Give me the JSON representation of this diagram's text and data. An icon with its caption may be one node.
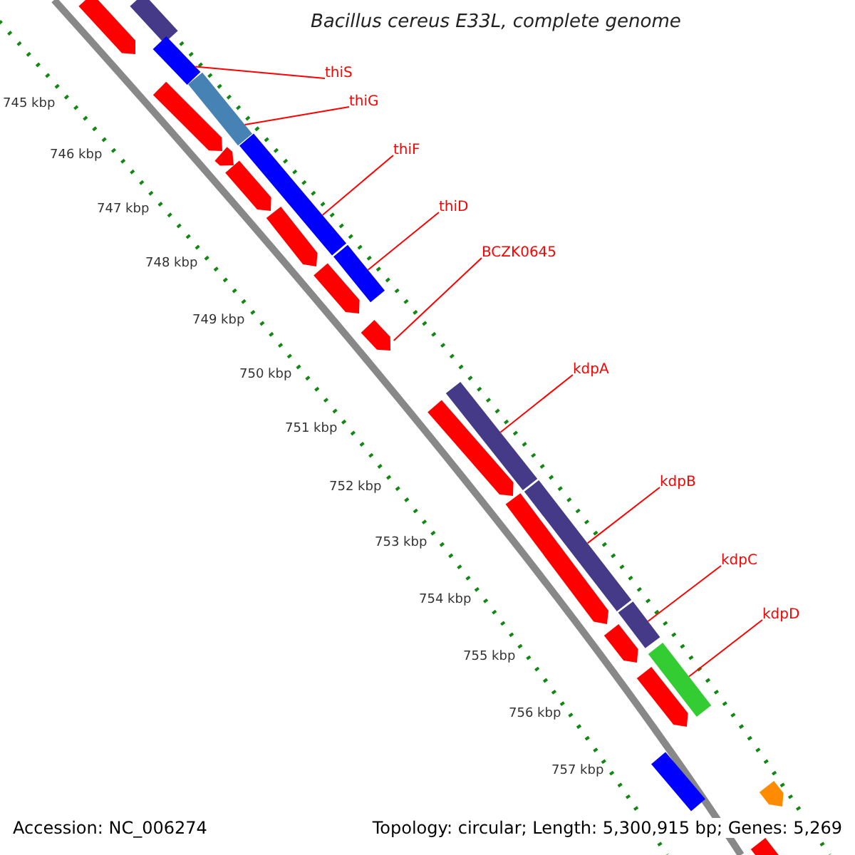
{
  "diagram": {
    "title": "Bacillus cereus E33L, complete genome",
    "nodes": [
      {
        "text": [
          "thiS"
        ]
      },
      {
        "text": [
          "thiG"
        ]
      },
      {
        "text": [
          "thiF"
        ]
      },
      {
        "text": [
          "thiD"
        ]
      },
      {
        "text": [
          "BCZK0645"
        ]
      },
      {
        "text": [
          "kdpA"
        ]
      },
      {
        "text": [
          "kdpB"
        ]
      },
      {
        "text": [
          "kdpC"
        ]
      },
      {
        "text": [
          "kdpD"
        ]
      },
      {
        "text": [],
        "shape": "bar"
      },
      {
        "text": [],
        "shape": "bar"
      },
      {
        "text": [],
        "shape": "bar"
      },
      {
        "text": [],
        "shape": "bar"
      },
      {
        "text": [],
        "shape": "bar"
      },
      {
        "text": [],
        "shape": "bar"
      },
      {
        "text": [],
        "shape": "bar"
      },
      {
        "text": [],
        "shape": "bar"
      },
      {
        "text": [],
        "shape": "bar"
      },
      {
        "text": [],
        "shape": "bar"
      },
      {
        "text": [],
        "shape": "bar"
      },
      {
        "text": [],
        "shape": "bar"
      },
      {
        "text": [],
        "shape": "bar"
      },
      {
        "text": [],
        "shape": "bar"
      },
      {
        "text": [],
        "shape": "bar"
      },
      {
        "text": [],
        "shape": "bar"
      },
      {
        "text": [],
        "shape": "bar"
      },
      {
        "text": [],
        "shape": "bar"
      },
      {
        "text": [],
        "shape": "bar"
      },
      {
        "text": [],
        "shape": "bar"
      },
      {
        "text": [],
        "shape": "bar"
      },
      {
        "text": [],
        "shape": "bar"
      },
      {
        "text": [],
        "shape": "bar"
      }
    ],
    "edges": [
      {
        "from": 0,
        "to": 11,
        "arrow": "none"
      },
      {
        "from": 1,
        "to": 12,
        "arrow": "none"
      },
      {
        "from": 2,
        "to": 14,
        "arrow": "none"
      },
      {
        "from": 3,
        "to": 18,
        "arrow": "none"
      },
      {
        "from": 4,
        "to": 20,
        "arrow": "none"
      },
      {
        "from": 5,
        "to": 21,
        "arrow": "none"
      },
      {
        "from": 6,
        "to": 23,
        "arrow": "none"
      },
      {
        "from": 7,
        "to": 25,
        "arrow": "none"
      },
      {
        "from": 8,
        "to": 27,
        "arrow": "none"
      }
    ],
    "labels": [
      "745 kbp",
      "746 kbp",
      "747 kbp",
      "748 kbp",
      "749 kbp",
      "750 kbp",
      "751 kbp",
      "752 kbp",
      "753 kbp",
      "754 kbp",
      "755 kbp",
      "756 kbp",
      "757 kbp",
      "Accession: NC_006274",
      "Topology: circular; Length: 5,300,915 bp; Genes: 5,269"
    ]
  }
}
